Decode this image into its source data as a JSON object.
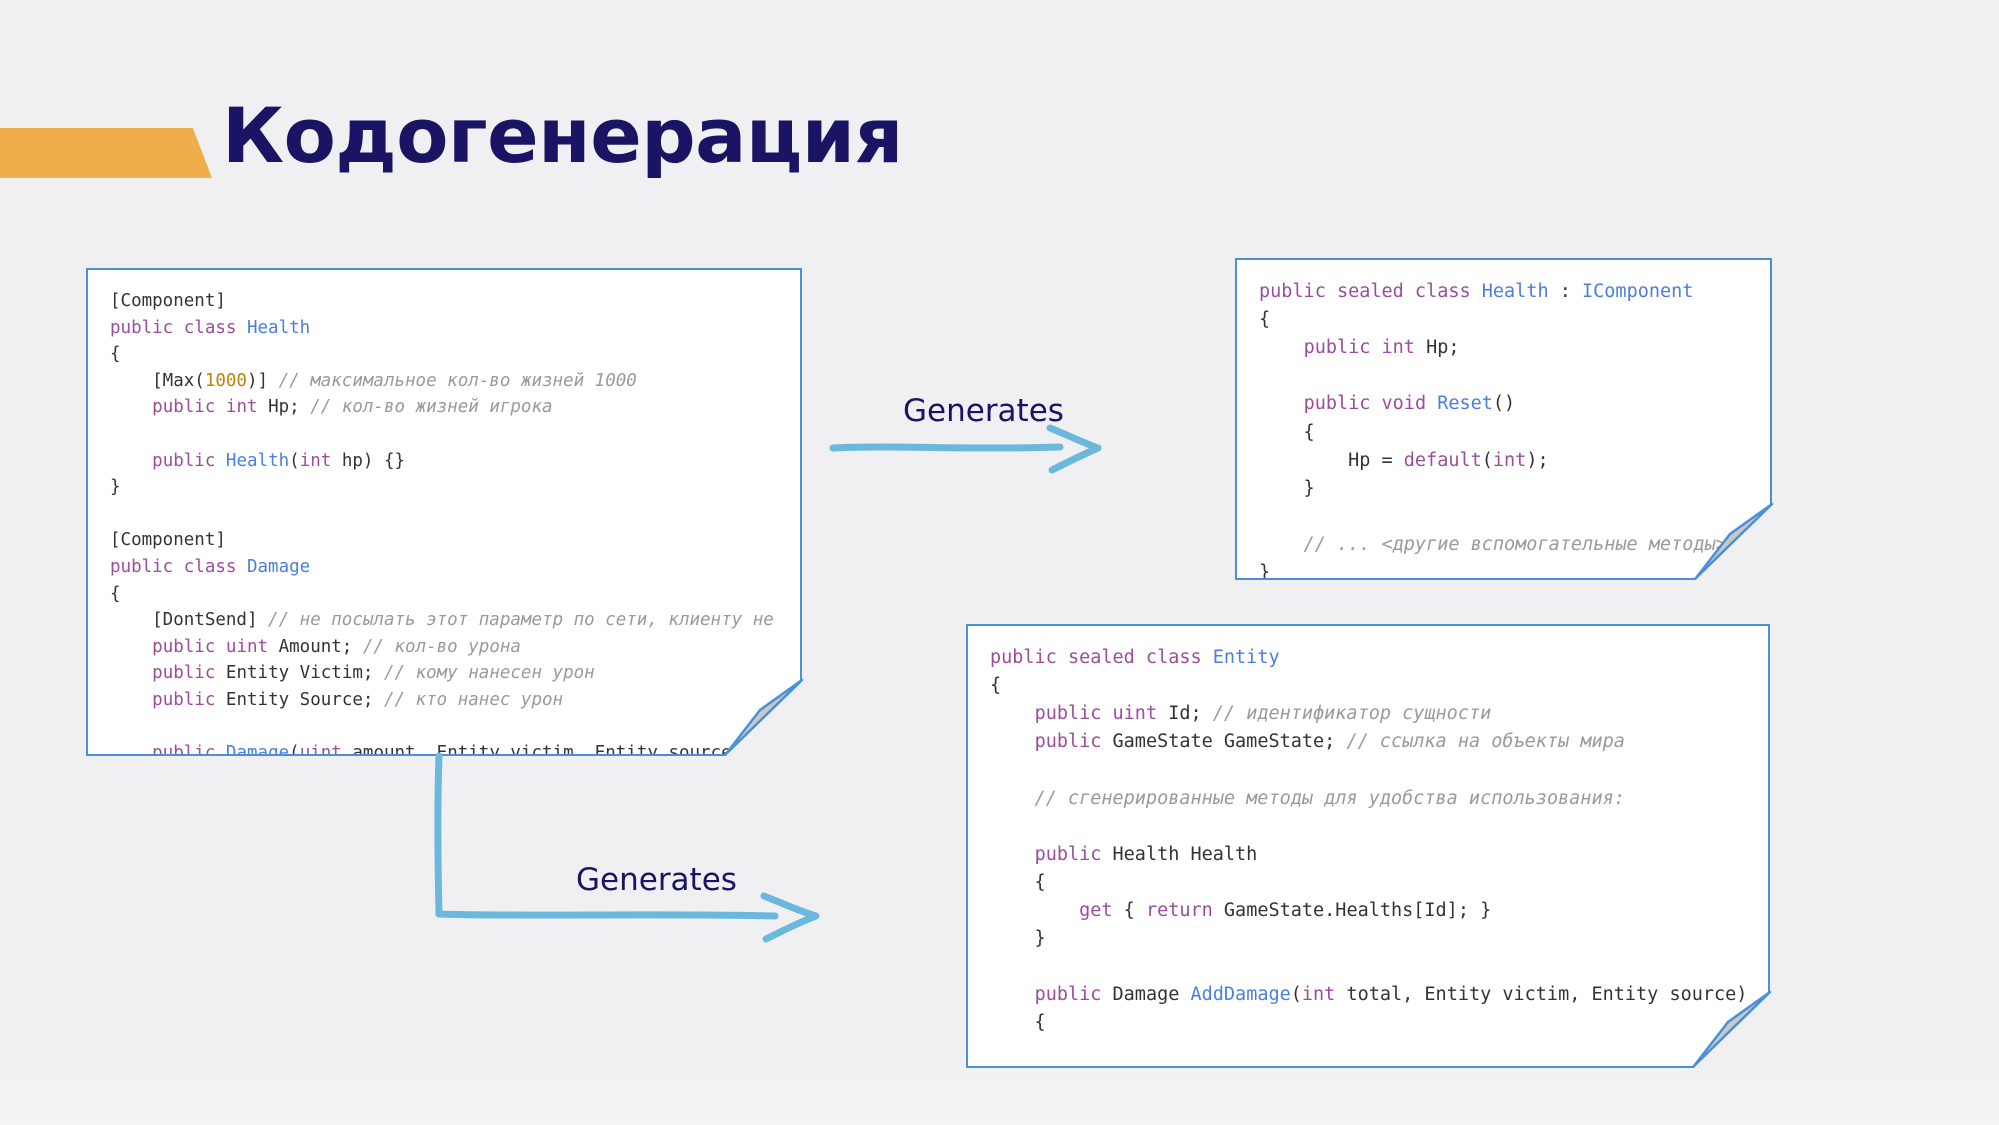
{
  "slide": {
    "title": "Кодогенерация",
    "background_color": "#f0f0f2",
    "accent_color": "#f0ae4a",
    "title_color": "#1b1464",
    "arrow_color": "#6cb8dd",
    "card_border_color": "#4a90d9"
  },
  "arrows": [
    {
      "label": "Generates",
      "shape": "straight-right"
    },
    {
      "label": "Generates",
      "shape": "elbow-down-right"
    }
  ],
  "cards": {
    "source": {
      "name": "source-components-code",
      "lines": [
        [
          {
            "t": "[Component]",
            "c": "attr"
          }
        ],
        [
          {
            "t": "public class ",
            "c": "kw"
          },
          {
            "t": "Health",
            "c": "typ"
          }
        ],
        [
          {
            "t": "{",
            "c": "pl"
          }
        ],
        [
          {
            "t": "    [Max(",
            "c": "attr"
          },
          {
            "t": "1000",
            "c": "num"
          },
          {
            "t": ")] ",
            "c": "attr"
          },
          {
            "t": "// максимальное кол-во жизней 1000",
            "c": "cm"
          }
        ],
        [
          {
            "t": "    ",
            "c": "pl"
          },
          {
            "t": "public int ",
            "c": "kw"
          },
          {
            "t": "Hp; ",
            "c": "pl"
          },
          {
            "t": "// кол-во жизней игрока",
            "c": "cm"
          }
        ],
        [
          {
            "t": "",
            "c": "pl"
          }
        ],
        [
          {
            "t": "    ",
            "c": "pl"
          },
          {
            "t": "public ",
            "c": "kw"
          },
          {
            "t": "Health",
            "c": "typ"
          },
          {
            "t": "(",
            "c": "pl"
          },
          {
            "t": "int ",
            "c": "kw"
          },
          {
            "t": "hp) {}",
            "c": "pl"
          }
        ],
        [
          {
            "t": "}",
            "c": "pl"
          }
        ],
        [
          {
            "t": "",
            "c": "pl"
          }
        ],
        [
          {
            "t": "[Component]",
            "c": "attr"
          }
        ],
        [
          {
            "t": "public class ",
            "c": "kw"
          },
          {
            "t": "Damage",
            "c": "typ"
          }
        ],
        [
          {
            "t": "{",
            "c": "pl"
          }
        ],
        [
          {
            "t": "    [DontSend] ",
            "c": "attr"
          },
          {
            "t": "// не посылать этот параметр по сети, клиенту не",
            "c": "cm"
          }
        ],
        [
          {
            "t": "    ",
            "c": "pl"
          },
          {
            "t": "public uint ",
            "c": "kw"
          },
          {
            "t": "Amount; ",
            "c": "pl"
          },
          {
            "t": "// кол-во урона",
            "c": "cm"
          }
        ],
        [
          {
            "t": "    ",
            "c": "pl"
          },
          {
            "t": "public ",
            "c": "kw"
          },
          {
            "t": "Entity Victim; ",
            "c": "pl"
          },
          {
            "t": "// кому нанесен урон",
            "c": "cm"
          }
        ],
        [
          {
            "t": "    ",
            "c": "pl"
          },
          {
            "t": "public ",
            "c": "kw"
          },
          {
            "t": "Entity Source; ",
            "c": "pl"
          },
          {
            "t": "// кто нанес урон",
            "c": "cm"
          }
        ],
        [
          {
            "t": "",
            "c": "pl"
          }
        ],
        [
          {
            "t": "    ",
            "c": "pl"
          },
          {
            "t": "public ",
            "c": "kw"
          },
          {
            "t": "Damage",
            "c": "typ"
          },
          {
            "t": "(",
            "c": "pl"
          },
          {
            "t": "uint ",
            "c": "kw"
          },
          {
            "t": "amount, Entity victim, Entity source) {}",
            "c": "pl"
          }
        ],
        [
          {
            "t": "}",
            "c": "pl"
          }
        ]
      ]
    },
    "health": {
      "name": "generated-health-code",
      "lines": [
        [
          {
            "t": "public sealed class ",
            "c": "kw"
          },
          {
            "t": "Health ",
            "c": "typ"
          },
          {
            "t": ": ",
            "c": "pl"
          },
          {
            "t": "IComponent",
            "c": "typ"
          }
        ],
        [
          {
            "t": "{",
            "c": "pl"
          }
        ],
        [
          {
            "t": "    ",
            "c": "pl"
          },
          {
            "t": "public int ",
            "c": "kw"
          },
          {
            "t": "Hp;",
            "c": "pl"
          }
        ],
        [
          {
            "t": "",
            "c": "pl"
          }
        ],
        [
          {
            "t": "    ",
            "c": "pl"
          },
          {
            "t": "public void ",
            "c": "kw"
          },
          {
            "t": "Reset",
            "c": "typ"
          },
          {
            "t": "()",
            "c": "pl"
          }
        ],
        [
          {
            "t": "    {",
            "c": "pl"
          }
        ],
        [
          {
            "t": "        Hp = ",
            "c": "pl"
          },
          {
            "t": "default",
            "c": "kw"
          },
          {
            "t": "(",
            "c": "pl"
          },
          {
            "t": "int",
            "c": "kw"
          },
          {
            "t": ");",
            "c": "pl"
          }
        ],
        [
          {
            "t": "    }",
            "c": "pl"
          }
        ],
        [
          {
            "t": "",
            "c": "pl"
          }
        ],
        [
          {
            "t": "    // ... <другие вспомогательные методы>",
            "c": "cm"
          }
        ],
        [
          {
            "t": "}",
            "c": "pl"
          }
        ]
      ]
    },
    "entity": {
      "name": "generated-entity-code",
      "lines": [
        [
          {
            "t": "public sealed class ",
            "c": "kw"
          },
          {
            "t": "Entity",
            "c": "typ"
          }
        ],
        [
          {
            "t": "{",
            "c": "pl"
          }
        ],
        [
          {
            "t": "    ",
            "c": "pl"
          },
          {
            "t": "public uint ",
            "c": "kw"
          },
          {
            "t": "Id; ",
            "c": "pl"
          },
          {
            "t": "// идентификатор сущности",
            "c": "cm"
          }
        ],
        [
          {
            "t": "    ",
            "c": "pl"
          },
          {
            "t": "public ",
            "c": "kw"
          },
          {
            "t": "GameState GameState; ",
            "c": "pl"
          },
          {
            "t": "// ссылка на объекты мира",
            "c": "cm"
          }
        ],
        [
          {
            "t": "",
            "c": "pl"
          }
        ],
        [
          {
            "t": "    // сгенерированные методы для удобства использования:",
            "c": "cm"
          }
        ],
        [
          {
            "t": "",
            "c": "pl"
          }
        ],
        [
          {
            "t": "    ",
            "c": "pl"
          },
          {
            "t": "public ",
            "c": "kw"
          },
          {
            "t": "Health Health",
            "c": "pl"
          }
        ],
        [
          {
            "t": "    {",
            "c": "pl"
          }
        ],
        [
          {
            "t": "        ",
            "c": "pl"
          },
          {
            "t": "get ",
            "c": "kw"
          },
          {
            "t": "{ ",
            "c": "pl"
          },
          {
            "t": "return ",
            "c": "kw"
          },
          {
            "t": "GameState.Healths[Id]; }",
            "c": "pl"
          }
        ],
        [
          {
            "t": "    }",
            "c": "pl"
          }
        ],
        [
          {
            "t": "",
            "c": "pl"
          }
        ],
        [
          {
            "t": "    ",
            "c": "pl"
          },
          {
            "t": "public ",
            "c": "kw"
          },
          {
            "t": "Damage ",
            "c": "pl"
          },
          {
            "t": "AddDamage",
            "c": "typ"
          },
          {
            "t": "(",
            "c": "pl"
          },
          {
            "t": "int ",
            "c": "kw"
          },
          {
            "t": "total, Entity victim, Entity source)",
            "c": "pl"
          }
        ],
        [
          {
            "t": "    {",
            "c": "pl"
          }
        ]
      ]
    }
  }
}
